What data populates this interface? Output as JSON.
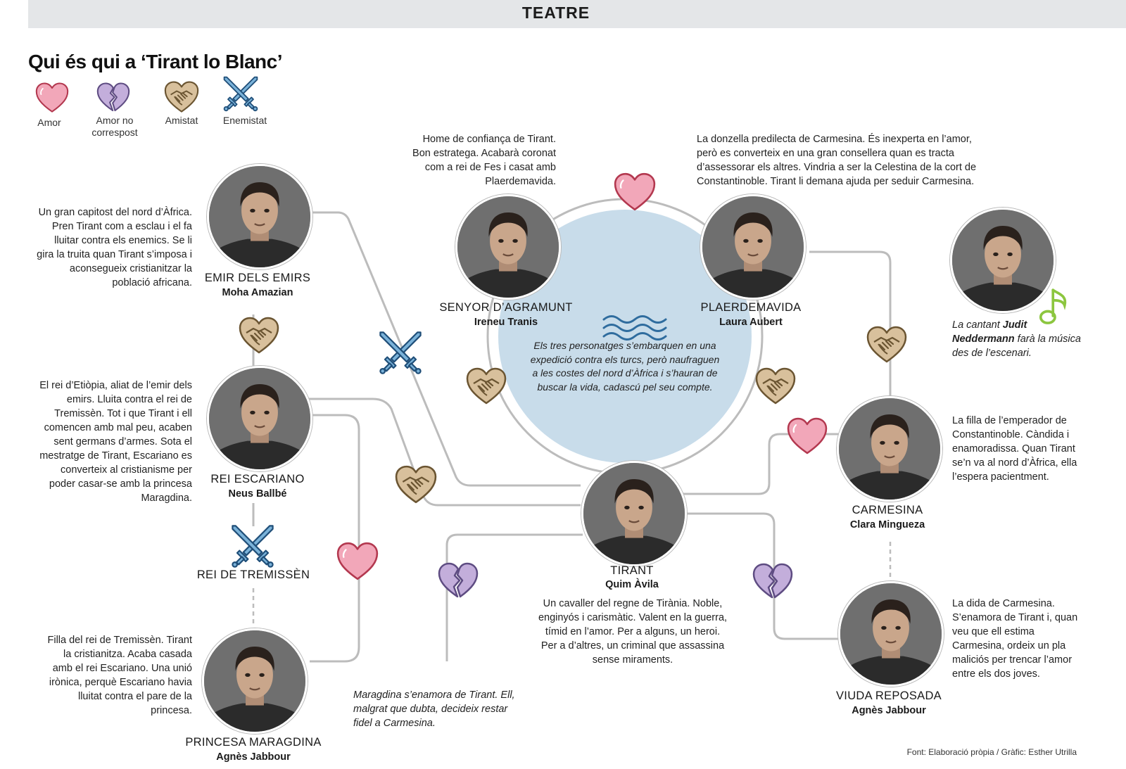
{
  "header": {
    "section": "TEATRE"
  },
  "title": "Qui és qui a ‘Tirant lo Blanc’",
  "legend": [
    {
      "icon": "heart-icon",
      "label": "Amor"
    },
    {
      "icon": "broken-heart-icon",
      "label": "Amor no correspost"
    },
    {
      "icon": "handshake-heart-icon",
      "label": "Amistat"
    },
    {
      "icon": "crossed-swords-icon",
      "label": "Enemistat"
    }
  ],
  "colors": {
    "love": "#f2a7b9",
    "unrequited": "#c3aedb",
    "friendship": "#d8c09c",
    "enmity": "#7ab2d9",
    "connector": "#bcbcbc",
    "center_circle": "#c8dcea",
    "music_note": "#8cc63f"
  },
  "characters": {
    "emir": {
      "name": "EMIR DELS EMIRS",
      "actor": "Moha Amazian",
      "desc": "Un gran capitost del nord d’Àfrica. Pren Tirant com a esclau i el fa lluitar contra els enemics. Se li gira la truita quan Tirant s’imposa i aconsegueix cristianitzar la població africana."
    },
    "escariano": {
      "name": "REI ESCARIANO",
      "actor": "Neus Ballbé",
      "desc": "El rei d’Etiòpia, aliat de l’emir dels emirs. Lluita contra el rei de Tremissèn. Tot i que Tirant i ell comencen amb mal peu, acaben sent germans d’armes. Sota el mestratge de Tirant, Escariano es converteix al cristianisme per poder casar-se amb la princesa Maragdina."
    },
    "tremissen": {
      "name": "REI DE TREMISSÈN"
    },
    "maragdina": {
      "name": "PRINCESA MARAGDINA",
      "actor": "Agnès Jabbour",
      "desc": "Filla del rei de Tremissèn. Tirant la cristianitza. Acaba casada amb el rei Escariano. Una unió irònica, perquè Escariano havia lluitat contra el pare de la princesa."
    },
    "agramunt": {
      "name": "SENYOR D’AGRAMUNT",
      "actor": "Ireneu Tranis",
      "desc": "Home de confiança de Tirant. Bon estratega. Acabarà coronat com a rei de Fes i casat amb Plaerdemavida."
    },
    "plaerdemavida": {
      "name": "PLAERDEMAVIDA",
      "actor": "Laura Aubert",
      "desc": "La donzella predilecta de Carmesina. És inexperta en l’amor, però es converteix en una gran consellera quan es tracta d’assessorar els altres. Vindria a ser la Celestina de la cort de Constantinoble. Tirant li demana ajuda per seduir Carmesina."
    },
    "tirant": {
      "name": "TIRANT",
      "actor": "Quim Àvila",
      "desc": "Un cavaller del regne de Tirània. Noble, enginyós i carismàtic. Valent en la guerra, tímid en l’amor. Per a alguns, un heroi. Per a d’altres, un criminal que assassina sense miraments."
    },
    "carmesina": {
      "name": "CARMESINA",
      "actor": "Clara Mingueza",
      "desc": "La filla de l’emperador de Constantinoble. Càndida i enamoradissa. Quan Tirant se’n va al nord d’Àfrica, ella l’espera pacientment."
    },
    "reposada": {
      "name": "VIUDA REPOSADA",
      "actor": "Agnès Jabbour",
      "desc": "La dida de Carmesina. S’enamora de Tirant i, quan veu que ell estima Carmesina, ordeix un pla maliciós per trencar l’amor entre els dos joves."
    }
  },
  "singer": {
    "prefix": "La cantant ",
    "name": "Judit Neddermann",
    "suffix": " farà la música des de l’escenari."
  },
  "center_text": "Els tres personatges s’embarquen en una expedició contra els turcs, però naufraguen a les costes del nord d’Àfrica i s’hauran de buscar la vida, cadascú pel seu compte.",
  "maragdina_note": "Maragdina s’enamora de Tirant. Ell, malgrat que dubta, decideix restar fidel a Carmesina.",
  "credit": "Font: Elaboració pròpia / Gràfic: Esther Utrilla"
}
